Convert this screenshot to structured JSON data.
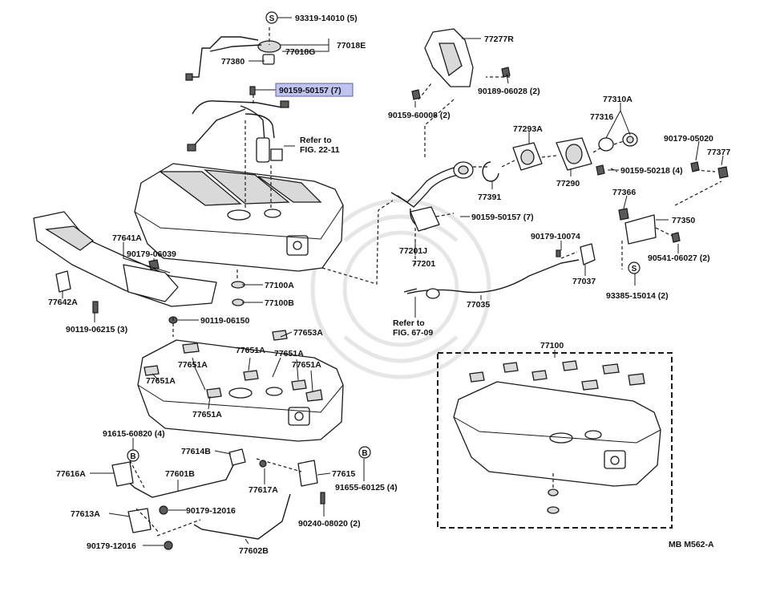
{
  "highlight_color": "#bfc3ef",
  "callouts": {
    "c93319": "93319-14010 (5)",
    "c77018E": "77018E",
    "c77018G": "77018G",
    "c77380": "77380",
    "c90159_50157_hl": "90159-50157 (7)",
    "c_refer22": "Refer to",
    "c_fig22": "FIG. 22-11",
    "c77277R": "77277R",
    "c90189": "90189-06028 (2)",
    "c90159_60008": "90159-60008 (2)",
    "c77310A": "77310A",
    "c77316": "77316",
    "c77293A": "77293A",
    "c90179_05020": "90179-05020",
    "c77377": "77377",
    "c90159_50218": "90159-50218 (4)",
    "c77391": "77391",
    "c77290": "77290",
    "c77366": "77366",
    "c90159_50157b": "90159-50157 (7)",
    "c77350": "77350",
    "c90179_10074": "90179-10074",
    "c77201J": "77201J",
    "c77201": "77201",
    "c90541": "90541-06027 (2)",
    "c77037": "77037",
    "c93385": "93385-15014 (2)",
    "c77035": "77035",
    "c_refer67": "Refer to",
    "c_fig67": "FIG. 67-09",
    "c77641A": "77641A",
    "c90179_06039": "90179-06039",
    "c77100A": "77100A",
    "c77100B": "77100B",
    "c77642A": "77642A",
    "c90119_06215": "90119-06215 (3)",
    "c90119_06150": "90119-06150",
    "c77653A": "77653A",
    "c77651A_1": "77651A",
    "c77651A_2": "77651A",
    "c77651A_3": "77651A",
    "c77651A_4": "77651A",
    "c77651A_5": "77651A",
    "c77651A_6": "77651A",
    "c77100": "77100",
    "c91615": "91615-60820 (4)",
    "c77614B": "77614B",
    "c77616A": "77616A",
    "c77601B": "77601B",
    "c77617A": "77617A",
    "c77615": "77615",
    "c91655": "91655-60125 (4)",
    "c77613A": "77613A",
    "c90179_12016a": "90179-12016",
    "c90240": "90240-08020 (2)",
    "c90179_12016b": "90179-12016",
    "c77602B": "77602B",
    "c_ref_code": "MB  M562-A"
  },
  "circle_codes": {
    "s_top": "S",
    "s_right": "S",
    "b_left": "B",
    "b_right": "B"
  }
}
